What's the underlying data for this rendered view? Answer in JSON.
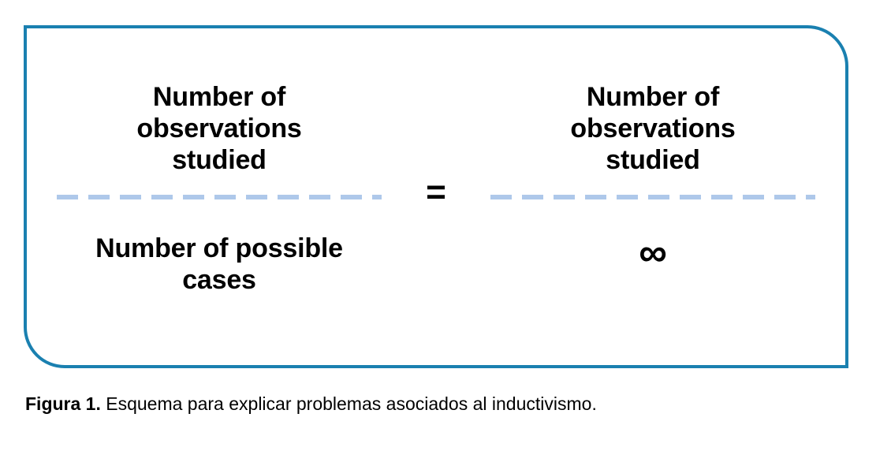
{
  "figure": {
    "border_color": "#1a80b0",
    "rule_color": "#aec8ea",
    "text_color": "#000000",
    "background_color": "#ffffff"
  },
  "equation": {
    "operator": "=",
    "left_fraction": {
      "numerator_lines": [
        "Number of",
        "observations",
        "studied"
      ],
      "denominator_lines": [
        "Number of possible",
        "cases"
      ]
    },
    "right_fraction": {
      "numerator_lines": [
        "Number of",
        "observations",
        "studied"
      ],
      "denominator_symbol": "∞"
    }
  },
  "caption": {
    "label": "Figura 1.",
    "text": " Esquema para explicar problemas asociados al inductivismo."
  }
}
